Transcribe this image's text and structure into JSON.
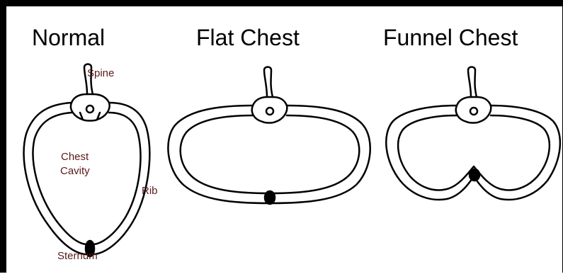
{
  "panels": [
    {
      "title": "Normal"
    },
    {
      "title": "Flat Chest"
    },
    {
      "title": "Funnel Chest"
    }
  ],
  "labels": {
    "spine": "Spine",
    "chest_cavity_line1": "Chest",
    "chest_cavity_line2": "Cavity",
    "rib": "Rib",
    "sternum": "Sternum"
  },
  "colors": {
    "outline": "#000000",
    "label_text": "#5a1a1a",
    "background": "#ffffff"
  }
}
